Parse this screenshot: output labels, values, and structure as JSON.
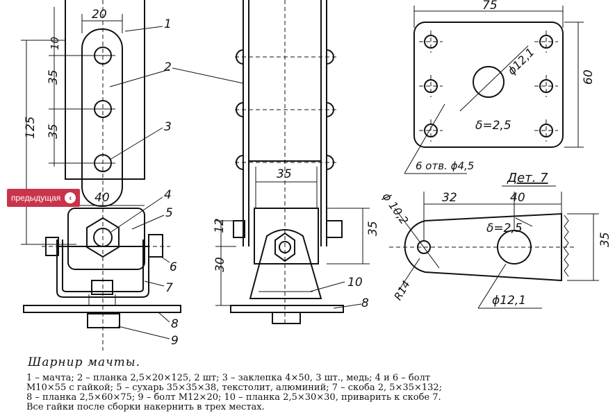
{
  "nav": {
    "prev_label": "предыдущая",
    "prev_icon": "chevron-left-icon"
  },
  "drawing": {
    "labels": {
      "d20": "20",
      "d10": "10",
      "d35a": "35",
      "d35b": "35",
      "d125": "125",
      "d40a": "40",
      "n1": "1",
      "n2": "2",
      "n3": "3",
      "n4": "4",
      "n5": "5",
      "n6": "6",
      "n7": "7",
      "n8a": "8",
      "n9": "9",
      "d35c": "35",
      "d12": "12",
      "d30": "30",
      "d35d": "35",
      "n10": "10",
      "n8b": "8",
      "d75": "75",
      "d60": "60",
      "phi121a": "ϕ12,1",
      "delta25a": "δ=2,5",
      "holes": "6 отв. ϕ4,5",
      "det7": "Дет. 7",
      "phi102": "ϕ 10,2",
      "d32": "32",
      "d40b": "40",
      "delta25b": "δ=2,5",
      "d35e": "35",
      "r14": "R14",
      "phi121b": "ϕ12,1"
    }
  },
  "caption": {
    "title": "Шарнир мачты.",
    "lines": [
      "1 – мачта;  2 – планка   2,5×20×125, 2 шт;  3 – заклепка  4×50,  3 шт., медь;  4 и 6 – болт",
      "М10×55  с  гайкой;  5 – сухарь  35×35×38,  текстолит,  алюминий;  7 – скоба  2, 5×35×132;",
      "8 – планка   2,5×60×75;  9 – болт  М12×20;  10 – планка   2,5×30×30,  приварить  к скобе 7.",
      "Все гайки после сборки накернить в трех местах."
    ]
  }
}
